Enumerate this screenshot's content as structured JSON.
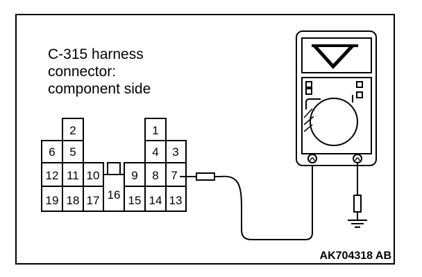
{
  "title_lines": [
    "C-315 harness",
    "connector:",
    "component side"
  ],
  "pins": {
    "p1": "1",
    "p2": "2",
    "p3": "3",
    "p4": "4",
    "p5": "5",
    "p6": "6",
    "p7": "7",
    "p8": "8",
    "p9": "9",
    "p10": "10",
    "p11": "11",
    "p12": "12",
    "p13": "13",
    "p14": "14",
    "p15": "15",
    "p16": "16",
    "p17": "17",
    "p18": "18",
    "p19": "19"
  },
  "figure_code": "AK704318 AB",
  "meter_display_icon": "voltage-v-symbol",
  "colors": {
    "line": "#000000",
    "background": "#ffffff"
  }
}
